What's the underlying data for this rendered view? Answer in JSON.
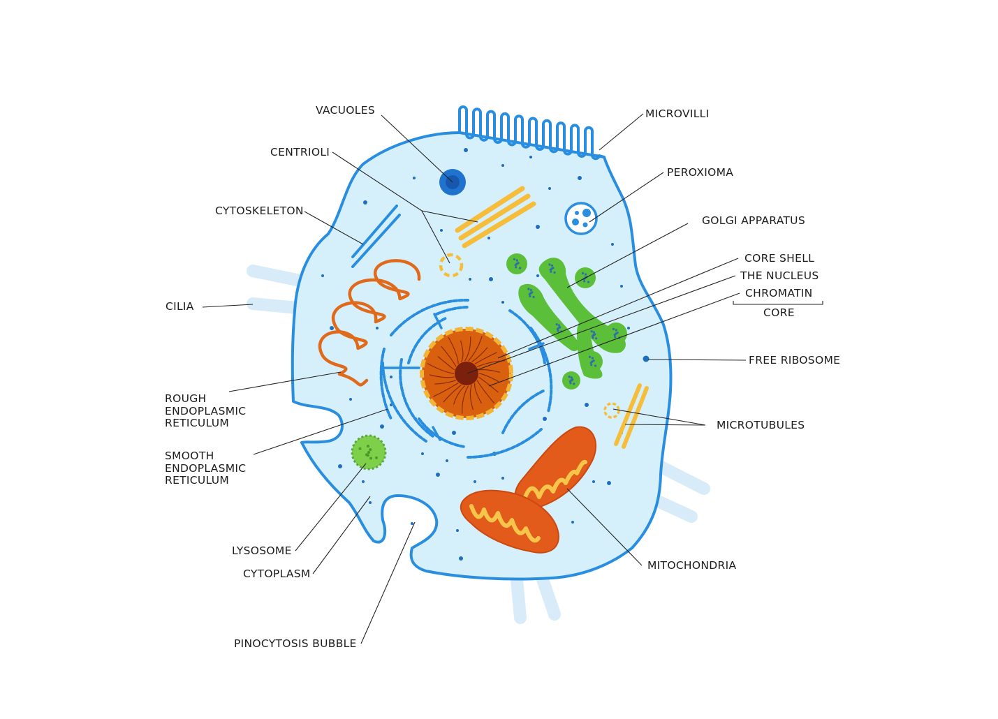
{
  "labels": {
    "vacuoles": "VACUOLES",
    "centrioli": "CENTRIOLI",
    "cytoskeleton": "CYTOSKELETON",
    "cilia": "CILIA",
    "rough_er": "ROUGH\nENDOPLASMIC\nRETICULUM",
    "smooth_er": "SMOOTH\nENDOPLASMIC\nRETICULUM",
    "lysosome": "LYSOSOME",
    "cytoplasm": "CYTOPLASM",
    "pinocytosis": "PINOCYTOSIS BUBBLE",
    "microvilli": "MICROVILLI",
    "peroxioma": "PEROXIOMA",
    "golgi": "GOLGI APPARATUS",
    "core_shell": "CORE SHELL",
    "nucleus": "THE NUCLEUS",
    "chromatin": "CHROMATIN",
    "core": "CORE",
    "free_ribosome": "FREE RIBOSOME",
    "microtubules": "MICROTUBULES",
    "mitochondria": "MITOCHONDRIA"
  },
  "colors": {
    "membrane": "#2a8ee0",
    "cytoplasm": "#d6f0fb",
    "cilia": "#d7ecf8",
    "rough_er": "#e06a1c",
    "nucleus_shell": "#f2b537",
    "nucleus": "#d9600f",
    "nucleolus": "#7a200c",
    "golgi": "#5bbf3a",
    "golgi_dark": "#3e9a2a",
    "centriole": "#f5bd3a",
    "mitochondria": "#e25b1a",
    "mito_inner": "#f6c54a",
    "lysosome": "#7ed04a",
    "ribosome": "#1f6fc0",
    "leader": "#222222"
  }
}
